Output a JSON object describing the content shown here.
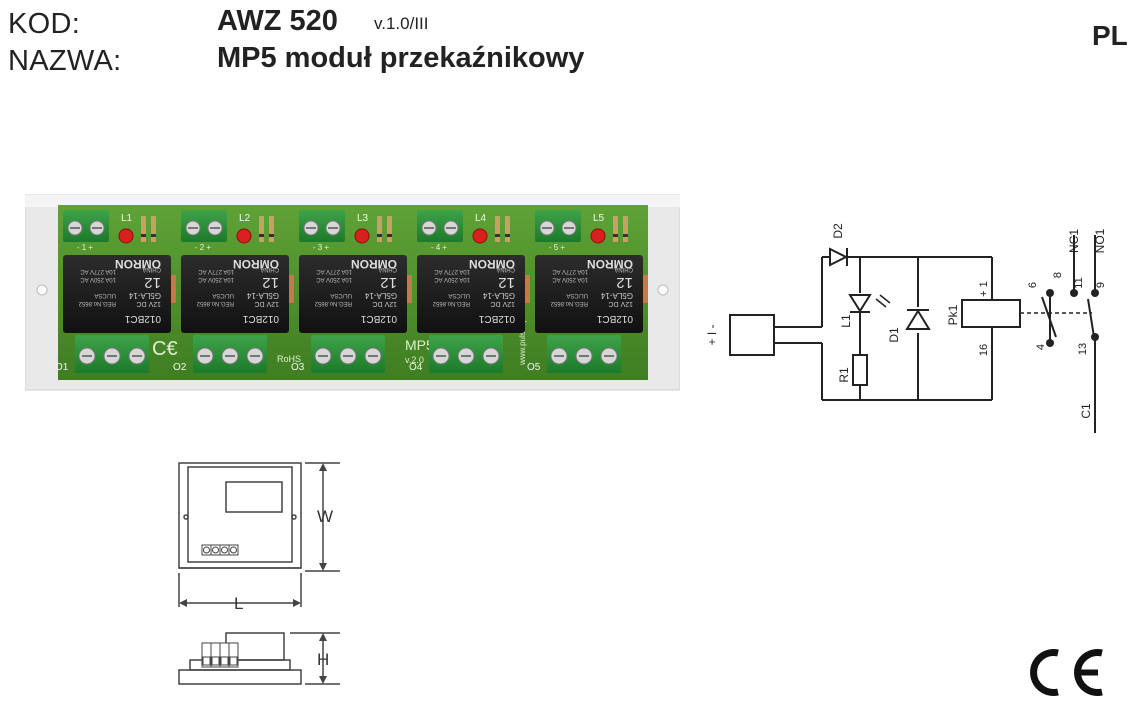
{
  "header": {
    "kod_label": "KOD:",
    "nazwa_label": "NAZWA:",
    "code": "AWZ 520",
    "version": "v.1.0/III",
    "name": "MP5 moduł przekaźnikowy",
    "language": "PL"
  },
  "board": {
    "led_labels": [
      "L1",
      "L2",
      "L3",
      "L4",
      "L5"
    ],
    "output_labels": [
      "O1",
      "O2",
      "O3",
      "O4",
      "O5"
    ],
    "input_labels": [
      "- 1 +",
      "- 2 +",
      "- 3 +",
      "- 4 +",
      "- 5 +"
    ],
    "relay": {
      "serial": "012BC1",
      "brand": "OMRON",
      "model": "G5LA-14",
      "coil": "12V DC",
      "coil_short": "12",
      "origin": "CHINA",
      "rating1": "10A 250V AC",
      "rating2": "10A 277V AC",
      "reg": "REG.No.8652",
      "cert": "UL/CSA"
    },
    "model_label": "MP5",
    "model_version": "v.2.0",
    "rohs": "RoHS",
    "maker": "www.pulsar.pl"
  },
  "schematic": {
    "input": "+ I -",
    "d2": "D2",
    "l1": "L1",
    "d1": "D1",
    "r1": "R1",
    "pk1": "Pk1",
    "coil_plus": "+ 1",
    "coil_minus": "16",
    "pin6": "6",
    "pin8": "8",
    "pin11": "11",
    "pin9": "9",
    "pin4": "4",
    "pin13": "13",
    "nc1": "NC1",
    "no1": "NO1",
    "c1": "C1"
  },
  "dimensions": {
    "w": "W",
    "l": "L",
    "h": "H"
  },
  "ce_mark": "CE"
}
